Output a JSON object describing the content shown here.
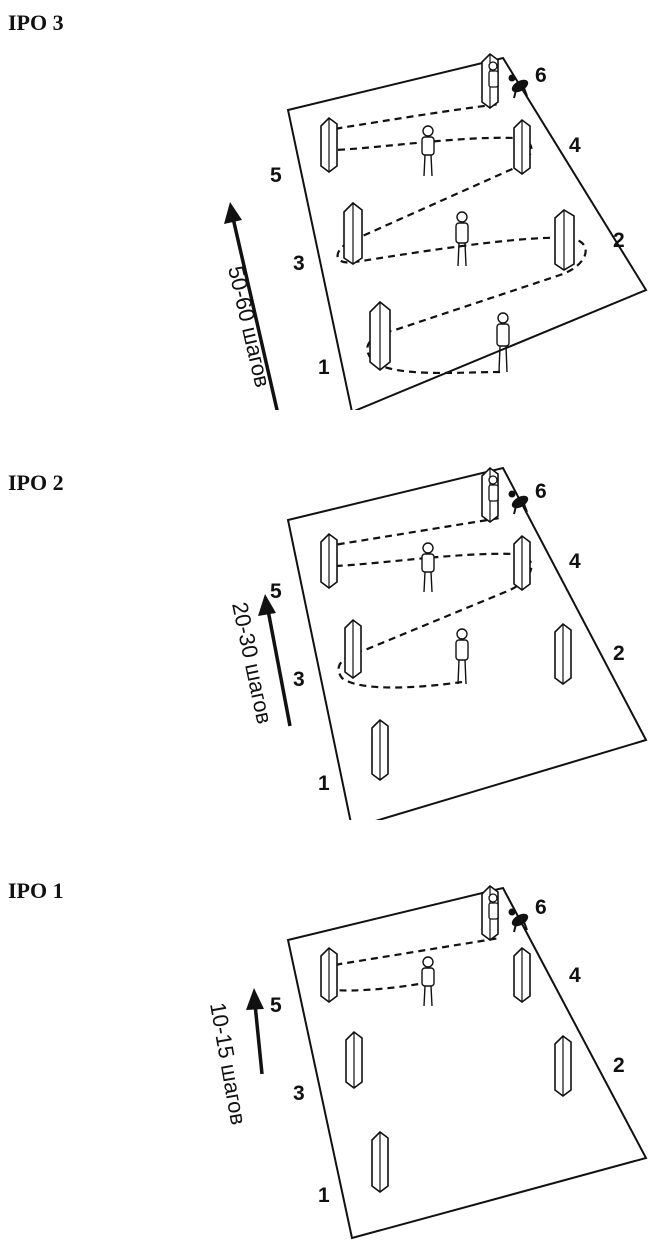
{
  "panels": [
    {
      "title": "IPO 3",
      "distance": "50-60 шагов",
      "labels": {
        "one": "1",
        "two": "2",
        "three": "3",
        "four": "4",
        "five": "5",
        "six": "6"
      }
    },
    {
      "title": "IPO 2",
      "distance": "20-30 шагов",
      "labels": {
        "one": "1",
        "two": "2",
        "three": "3",
        "four": "4",
        "five": "5",
        "six": "6"
      }
    },
    {
      "title": "IPO 1",
      "distance": "10-15 шагов",
      "labels": {
        "one": "1",
        "two": "2",
        "three": "3",
        "four": "4",
        "five": "5",
        "six": "6"
      }
    }
  ]
}
